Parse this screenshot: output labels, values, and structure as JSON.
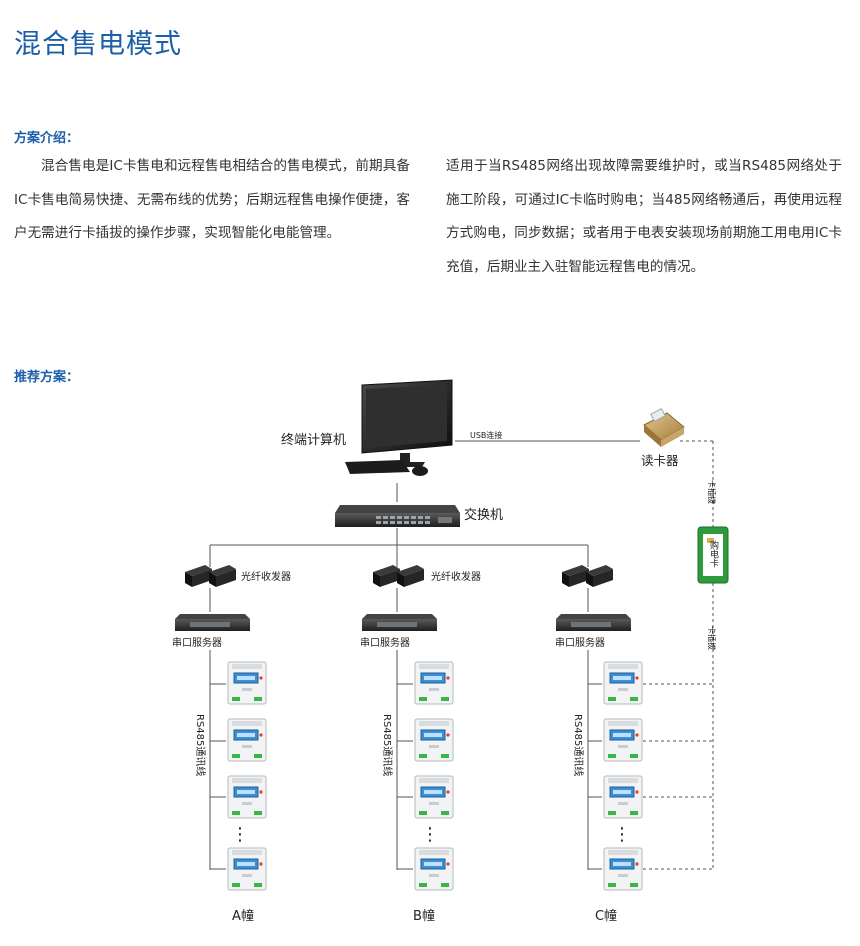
{
  "title": "混合售电模式",
  "intro": {
    "heading": "方案介绍：",
    "left_text": "混合售电是IC卡售电和远程售电相结合的售电模式，前期具备IC卡售电简易快捷、无需布线的优势；后期远程售电操作便捷，客户无需进行卡插拔的操作步骤，实现智能化电能管理。",
    "right_text": "适用于当RS485网络出现故障需要维护时，或当RS485网络处于施工阶段，可通过IC卡临时购电；当485网络畅通后，再使用远程方式购电，同步数据；或者用于电表安装现场前期施工用电用IC卡充值，后期业主入驻智能远程售电的情况。"
  },
  "recommend": {
    "heading": "推荐方案："
  },
  "diagram": {
    "computer_label": "终端计算机",
    "usb_label": "USB连接",
    "card_reader_label": "读卡器",
    "switch_label": "交换机",
    "card_insert_label": "卡插拔",
    "card_remove_label": "卡插拔",
    "purchase_card_label": "购电卡",
    "transceiver_label": "光纤收发器",
    "serial_server_label": "串口服务器",
    "rs485_label": "RS485通讯线",
    "ellipsis": "⋮",
    "colors": {
      "heading_blue": "#1c5fa8",
      "line": "#555555",
      "card_green": "#2e9a3c",
      "meter_screen": "#3a8fd6",
      "meter_led_green": "#39b54a",
      "meter_led_red": "#e0402a"
    },
    "buildings": [
      {
        "name": "A幢"
      },
      {
        "name": "B幢"
      },
      {
        "name": "C幢"
      }
    ]
  }
}
